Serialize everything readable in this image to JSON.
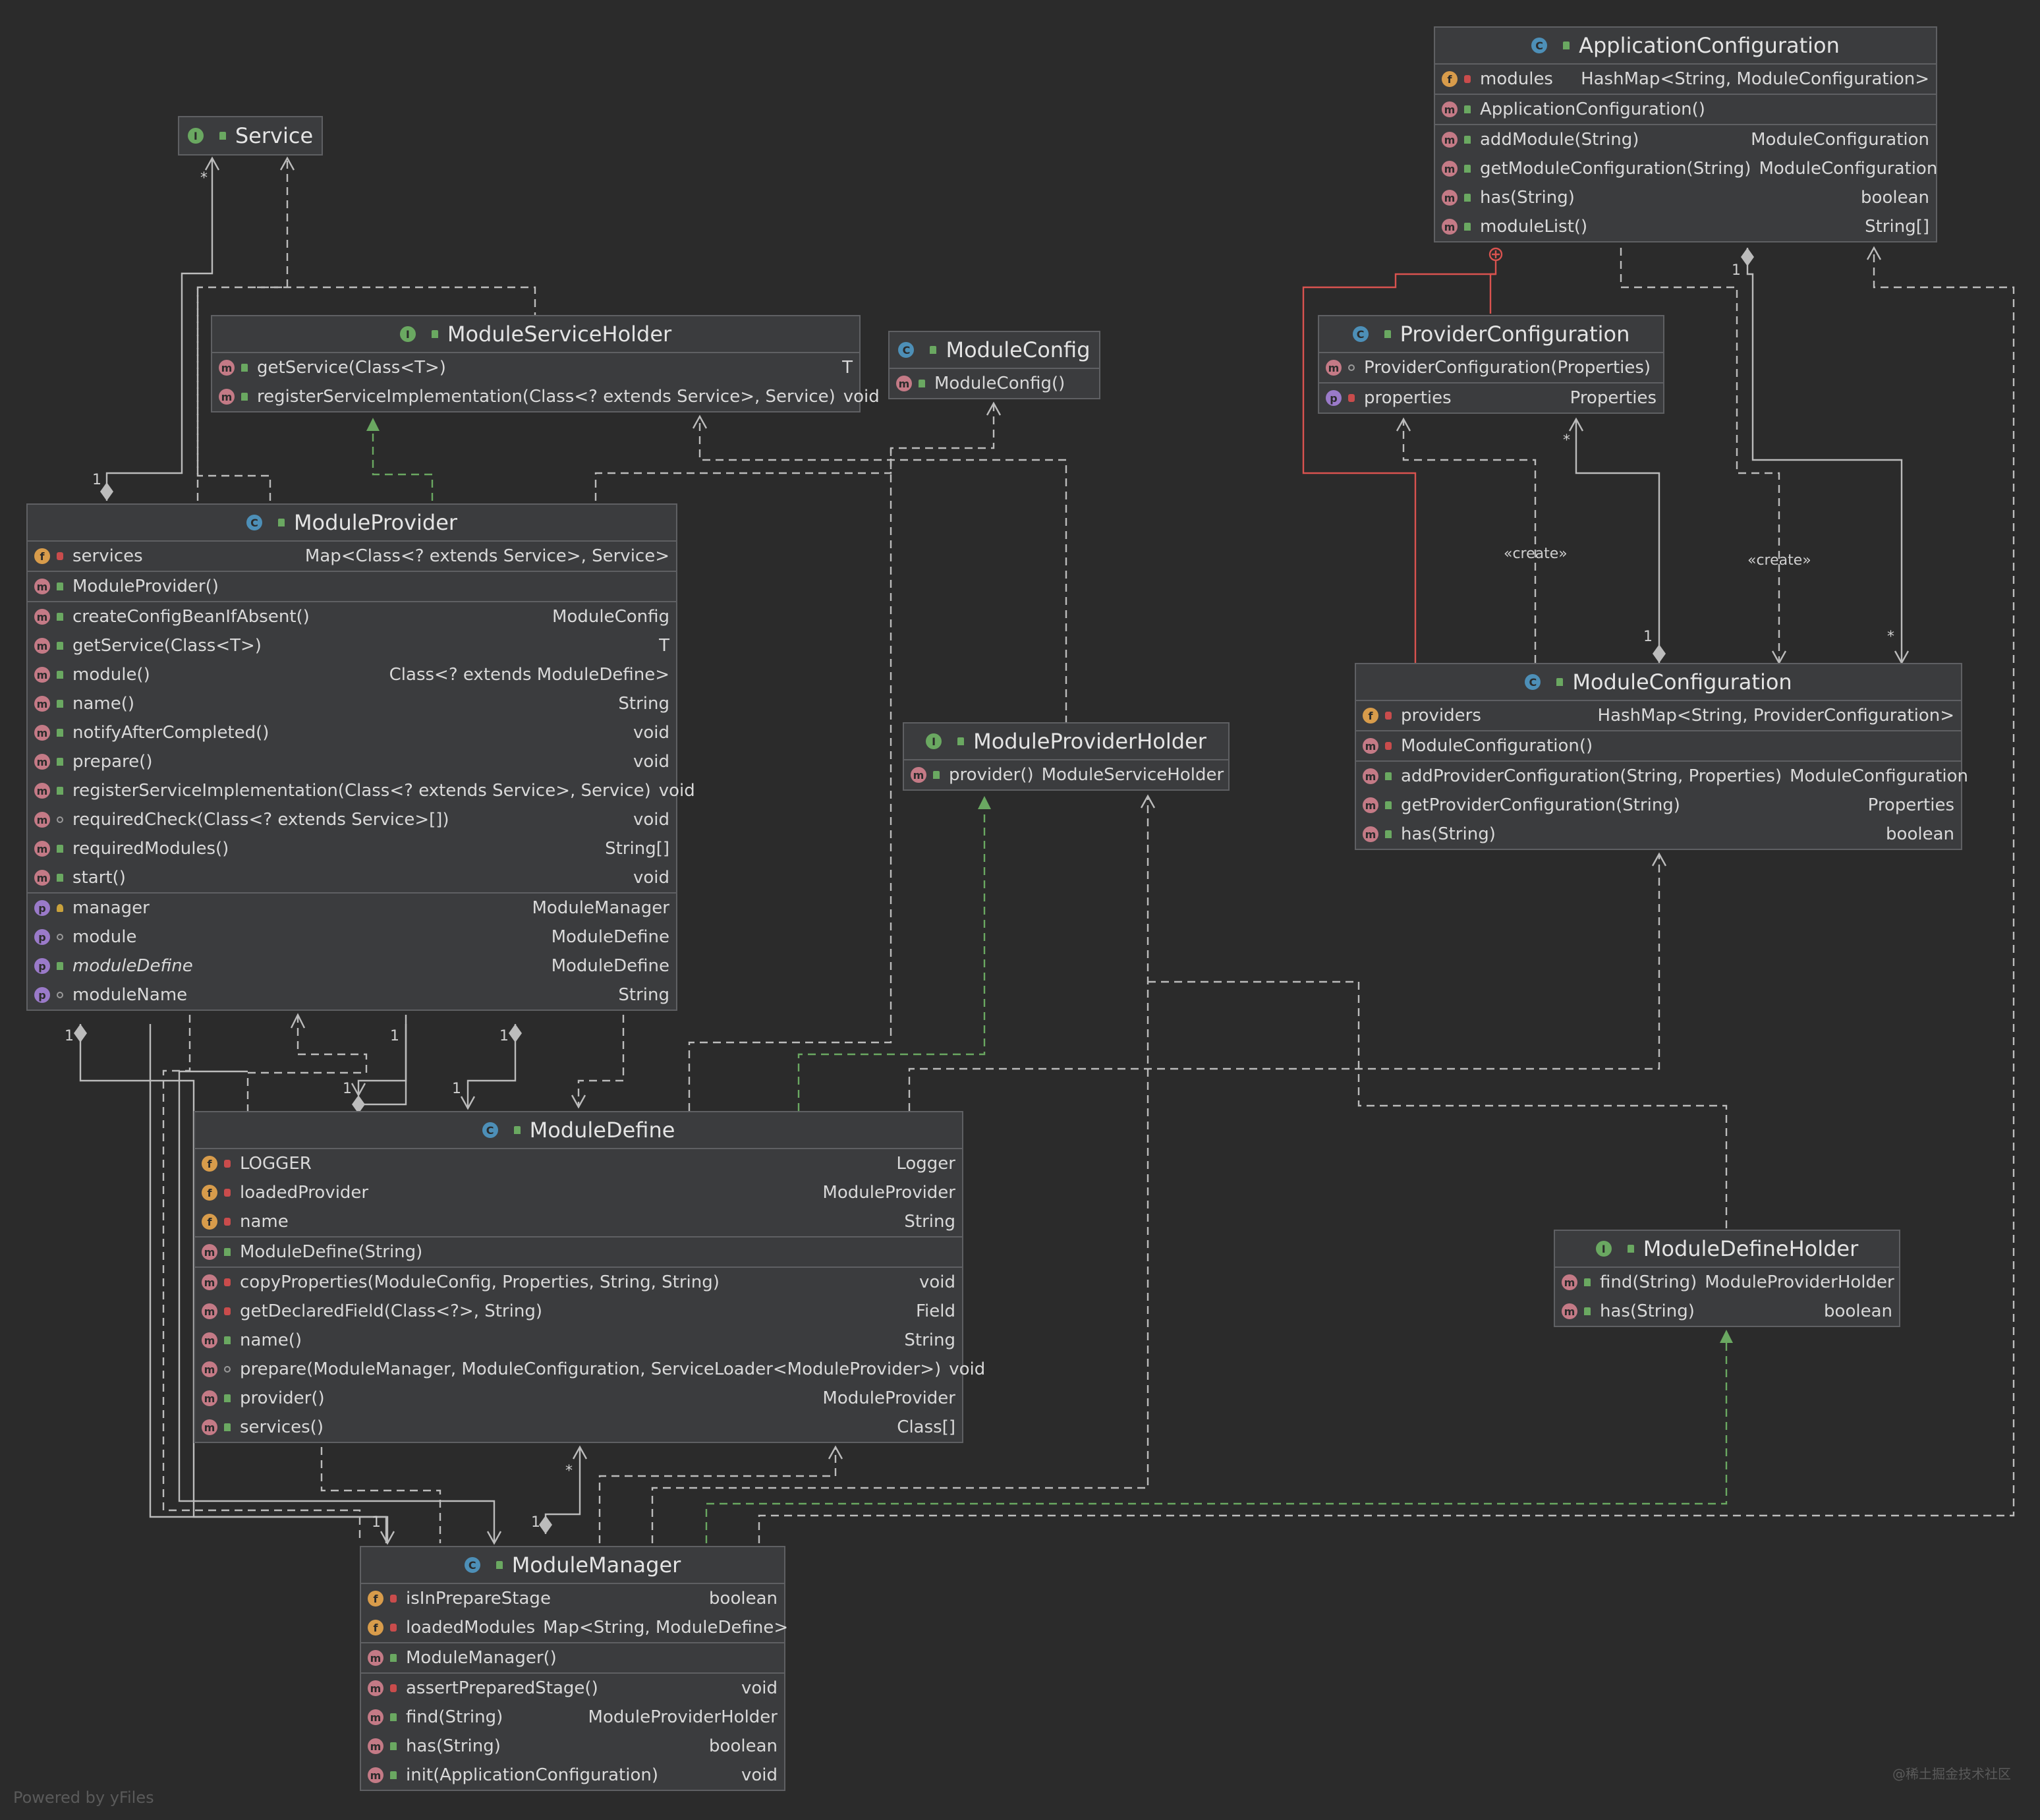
{
  "classes": {
    "service": {
      "title": "Service",
      "icon": "interface-icon"
    },
    "module_service_holder": {
      "title": "ModuleServiceHolder",
      "icon": "interface-icon",
      "methods": [
        {
          "name": "getService(Class<T>)",
          "type": "T"
        },
        {
          "name": "registerServiceImplementation(Class<? extends Service>, Service)",
          "type": "void"
        }
      ]
    },
    "module_config": {
      "title": "ModuleConfig",
      "icon": "abstract-class-icon",
      "methods": [
        {
          "name": "ModuleConfig()",
          "type": ""
        }
      ]
    },
    "module_provider": {
      "title": "ModuleProvider",
      "icon": "abstract-class-icon",
      "fields": [
        {
          "name": "services",
          "type": "Map<Class<? extends Service>, Service>"
        }
      ],
      "constructors": [
        {
          "name": "ModuleProvider()",
          "type": ""
        }
      ],
      "methods": [
        {
          "name": "createConfigBeanIfAbsent()",
          "type": "ModuleConfig"
        },
        {
          "name": "getService(Class<T>)",
          "type": "T"
        },
        {
          "name": "module()",
          "type": "Class<? extends ModuleDefine>"
        },
        {
          "name": "name()",
          "type": "String"
        },
        {
          "name": "notifyAfterCompleted()",
          "type": "void"
        },
        {
          "name": "prepare()",
          "type": "void"
        },
        {
          "name": "registerServiceImplementation(Class<? extends Service>, Service)",
          "type": "void"
        },
        {
          "name": "requiredCheck(Class<? extends Service>[])",
          "type": "void"
        },
        {
          "name": "requiredModules()",
          "type": "String[]"
        },
        {
          "name": "start()",
          "type": "void"
        }
      ],
      "properties": [
        {
          "name": "manager",
          "type": "ModuleManager"
        },
        {
          "name": "module",
          "type": "ModuleDefine"
        },
        {
          "name": "moduleDefine",
          "type": "ModuleDefine"
        },
        {
          "name": "moduleName",
          "type": "String"
        }
      ]
    },
    "application_configuration": {
      "title": "ApplicationConfiguration",
      "icon": "class-icon",
      "fields": [
        {
          "name": "modules",
          "type": "HashMap<String, ModuleConfiguration>"
        }
      ],
      "constructors": [
        {
          "name": "ApplicationConfiguration()",
          "type": ""
        }
      ],
      "methods": [
        {
          "name": "addModule(String)",
          "type": "ModuleConfiguration"
        },
        {
          "name": "getModuleConfiguration(String)",
          "type": "ModuleConfiguration"
        },
        {
          "name": "has(String)",
          "type": "boolean"
        },
        {
          "name": "moduleList()",
          "type": "String[]"
        }
      ]
    },
    "provider_configuration": {
      "title": "ProviderConfiguration",
      "icon": "class-icon",
      "constructors": [
        {
          "name": "ProviderConfiguration(Properties)",
          "type": ""
        }
      ],
      "properties": [
        {
          "name": "properties",
          "type": "Properties"
        }
      ]
    },
    "module_configuration": {
      "title": "ModuleConfiguration",
      "icon": "class-icon",
      "fields": [
        {
          "name": "providers",
          "type": "HashMap<String, ProviderConfiguration>"
        }
      ],
      "constructors": [
        {
          "name": "ModuleConfiguration()",
          "type": ""
        }
      ],
      "methods": [
        {
          "name": "addProviderConfiguration(String, Properties)",
          "type": "ModuleConfiguration"
        },
        {
          "name": "getProviderConfiguration(String)",
          "type": "Properties"
        },
        {
          "name": "has(String)",
          "type": "boolean"
        }
      ]
    },
    "module_provider_holder": {
      "title": "ModuleProviderHolder",
      "icon": "interface-icon",
      "methods": [
        {
          "name": "provider()",
          "type": "ModuleServiceHolder"
        }
      ]
    },
    "module_define": {
      "title": "ModuleDefine",
      "icon": "abstract-class-icon",
      "fields": [
        {
          "name": "LOGGER",
          "type": "Logger"
        },
        {
          "name": "loadedProvider",
          "type": "ModuleProvider"
        },
        {
          "name": "name",
          "type": "String"
        }
      ],
      "constructors": [
        {
          "name": "ModuleDefine(String)",
          "type": ""
        }
      ],
      "methods": [
        {
          "name": "copyProperties(ModuleConfig, Properties, String, String)",
          "type": "void"
        },
        {
          "name": "getDeclaredField(Class<?>, String)",
          "type": "Field"
        },
        {
          "name": "name()",
          "type": "String"
        },
        {
          "name": "prepare(ModuleManager, ModuleConfiguration, ServiceLoader<ModuleProvider>)",
          "type": "void"
        },
        {
          "name": "provider()",
          "type": "ModuleProvider"
        },
        {
          "name": "services()",
          "type": "Class[]"
        }
      ]
    },
    "module_define_holder": {
      "title": "ModuleDefineHolder",
      "icon": "interface-icon",
      "methods": [
        {
          "name": "find(String)",
          "type": "ModuleProviderHolder"
        },
        {
          "name": "has(String)",
          "type": "boolean"
        }
      ]
    },
    "module_manager": {
      "title": "ModuleManager",
      "icon": "class-icon",
      "fields": [
        {
          "name": "isInPrepareStage",
          "type": "boolean"
        },
        {
          "name": "loadedModules",
          "type": "Map<String, ModuleDefine>"
        }
      ],
      "constructors": [
        {
          "name": "ModuleManager()",
          "type": ""
        }
      ],
      "methods": [
        {
          "name": "assertPreparedStage()",
          "type": "void"
        },
        {
          "name": "find(String)",
          "type": "ModuleProviderHolder"
        },
        {
          "name": "has(String)",
          "type": "boolean"
        },
        {
          "name": "init(ApplicationConfiguration)",
          "type": "void"
        }
      ]
    }
  },
  "labels": {
    "create": "«create»",
    "one": "1",
    "many": "*"
  },
  "watermarks": {
    "left": "Powered by yFiles",
    "right": "@稀土掘金技术社区"
  },
  "colors": {
    "background": "#2b2b2b",
    "box": "#3b3c3e",
    "line": "#bcbcbc",
    "realization": "#6aa861",
    "inner_class": "#d9534f"
  }
}
